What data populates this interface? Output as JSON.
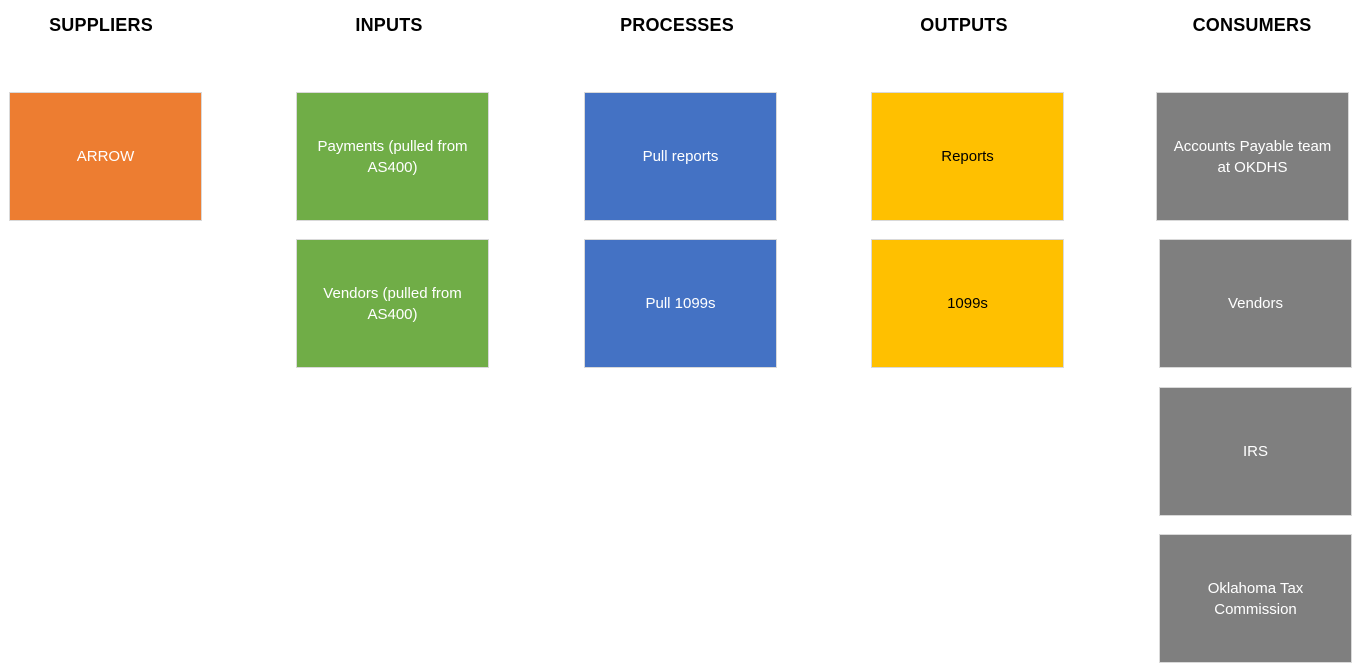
{
  "headers": {
    "suppliers": "SUPPLIERS",
    "inputs": "INPUTS",
    "processes": "PROCESSES",
    "outputs": "OUTPUTS",
    "consumers": "CONSUMERS"
  },
  "suppliers": [
    {
      "label": "ARROW"
    }
  ],
  "inputs": [
    {
      "label": "Payments (pulled from AS400)"
    },
    {
      "label": "Vendors (pulled from AS400)"
    }
  ],
  "processes": [
    {
      "label": "Pull reports"
    },
    {
      "label": "Pull 1099s"
    }
  ],
  "outputs": [
    {
      "label": "Reports"
    },
    {
      "label": "1099s"
    }
  ],
  "consumers": [
    {
      "label": "Accounts Payable team at OKDHS"
    },
    {
      "label": "Vendors"
    },
    {
      "label": "IRS"
    },
    {
      "label": "Oklahoma Tax Commission"
    }
  ],
  "colors": {
    "suppliers": "#ed7d31",
    "inputs": "#70ad47",
    "processes": "#4472c4",
    "outputs": "#ffc000",
    "consumers": "#7f7f7f"
  }
}
